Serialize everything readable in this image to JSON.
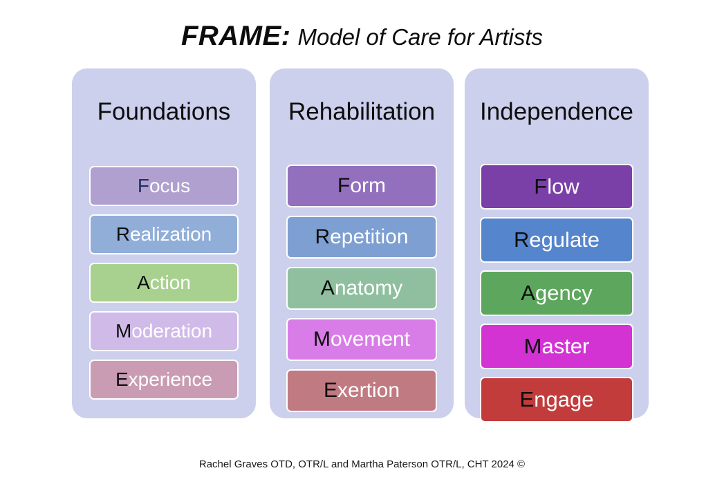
{
  "title": {
    "main": "FRAME:",
    "subtitle": "Model of Care for Artists"
  },
  "colors": {
    "page_background": "#ffffff",
    "column_background": "#ccd0ec",
    "box_border": "#ffffff",
    "label_text": "#ffffff",
    "initial_letter": "#0d0d0d",
    "initial_letter_accent": "#1f2d63"
  },
  "columns": [
    {
      "heading": "Foundations",
      "items": [
        {
          "initial": "F",
          "rest": "ocus",
          "full": "Focus",
          "color": "#b0a0d0",
          "initial_color": "#1f2d63"
        },
        {
          "initial": "R",
          "rest": "ealization",
          "full": "Realization",
          "color": "#90aed8",
          "initial_color": "#0d0d0d"
        },
        {
          "initial": "A",
          "rest": "ction",
          "full": "Action",
          "color": "#a8d18f",
          "initial_color": "#0d0d0d"
        },
        {
          "initial": "M",
          "rest": "oderation",
          "full": "Moderation",
          "color": "#d0bae8",
          "initial_color": "#0d0d0d"
        },
        {
          "initial": "E",
          "rest": "xperience",
          "full": "Experience",
          "color": "#c99cb4",
          "initial_color": "#0d0d0d"
        }
      ]
    },
    {
      "heading": "Rehabilitation",
      "items": [
        {
          "initial": "F",
          "rest": "orm",
          "full": "Form",
          "color": "#9370bd",
          "initial_color": "#0d0d0d"
        },
        {
          "initial": "R",
          "rest": "epetition",
          "full": "Repetition",
          "color": "#7d9fd1",
          "initial_color": "#0d0d0d"
        },
        {
          "initial": "A",
          "rest": "natomy",
          "full": "Anatomy",
          "color": "#8fbf9f",
          "initial_color": "#0d0d0d"
        },
        {
          "initial": "M",
          "rest": "ovement",
          "full": "Movement",
          "color": "#d87de8",
          "initial_color": "#0d0d0d"
        },
        {
          "initial": "E",
          "rest": "xertion",
          "full": "Exertion",
          "color": "#c07a82",
          "initial_color": "#0d0d0d"
        }
      ]
    },
    {
      "heading": "Independence",
      "items": [
        {
          "initial": "F",
          "rest": "low",
          "full": "Flow",
          "color": "#7b40a8",
          "initial_color": "#0d0d0d"
        },
        {
          "initial": "R",
          "rest": "egulate",
          "full": "Regulate",
          "color": "#5585cc",
          "initial_color": "#0d0d0d"
        },
        {
          "initial": "A",
          "rest": "gency",
          "full": "Agency",
          "color": "#5da65d",
          "initial_color": "#0d0d0d"
        },
        {
          "initial": "M",
          "rest": "aster",
          "full": "Master",
          "color": "#d333d3",
          "initial_color": "#0d0d0d"
        },
        {
          "initial": "E",
          "rest": "ngage",
          "full": "Engage",
          "color": "#c23c3c",
          "initial_color": "#0d0d0d"
        }
      ]
    }
  ],
  "footer": {
    "credit": "Rachel Graves OTD, OTR/L and Martha Paterson OTR/L, CHT 2024 ©"
  }
}
